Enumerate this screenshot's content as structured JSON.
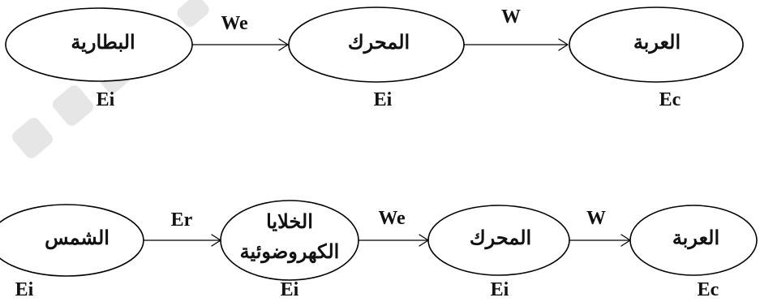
{
  "chains": [
    {
      "nodes": [
        {
          "label": [
            "البطارية"
          ],
          "energy": "Ei"
        },
        {
          "label": [
            "المحرك"
          ],
          "energy": "Ei"
        },
        {
          "label": [
            "العربة"
          ],
          "energy": "Ec"
        }
      ],
      "edges": [
        {
          "label": "We"
        },
        {
          "label": "W"
        }
      ]
    },
    {
      "nodes": [
        {
          "label": [
            "الشمس"
          ],
          "energy": "Ei"
        },
        {
          "label": [
            "الخلايا",
            "الكهروضوئية"
          ],
          "energy": "Ei"
        },
        {
          "label": [
            "المحرك"
          ],
          "energy": "Ei"
        },
        {
          "label": [
            "العربة"
          ],
          "energy": "Ec"
        }
      ],
      "edges": [
        {
          "label": "Er"
        },
        {
          "label": "We"
        },
        {
          "label": "W"
        }
      ]
    }
  ]
}
